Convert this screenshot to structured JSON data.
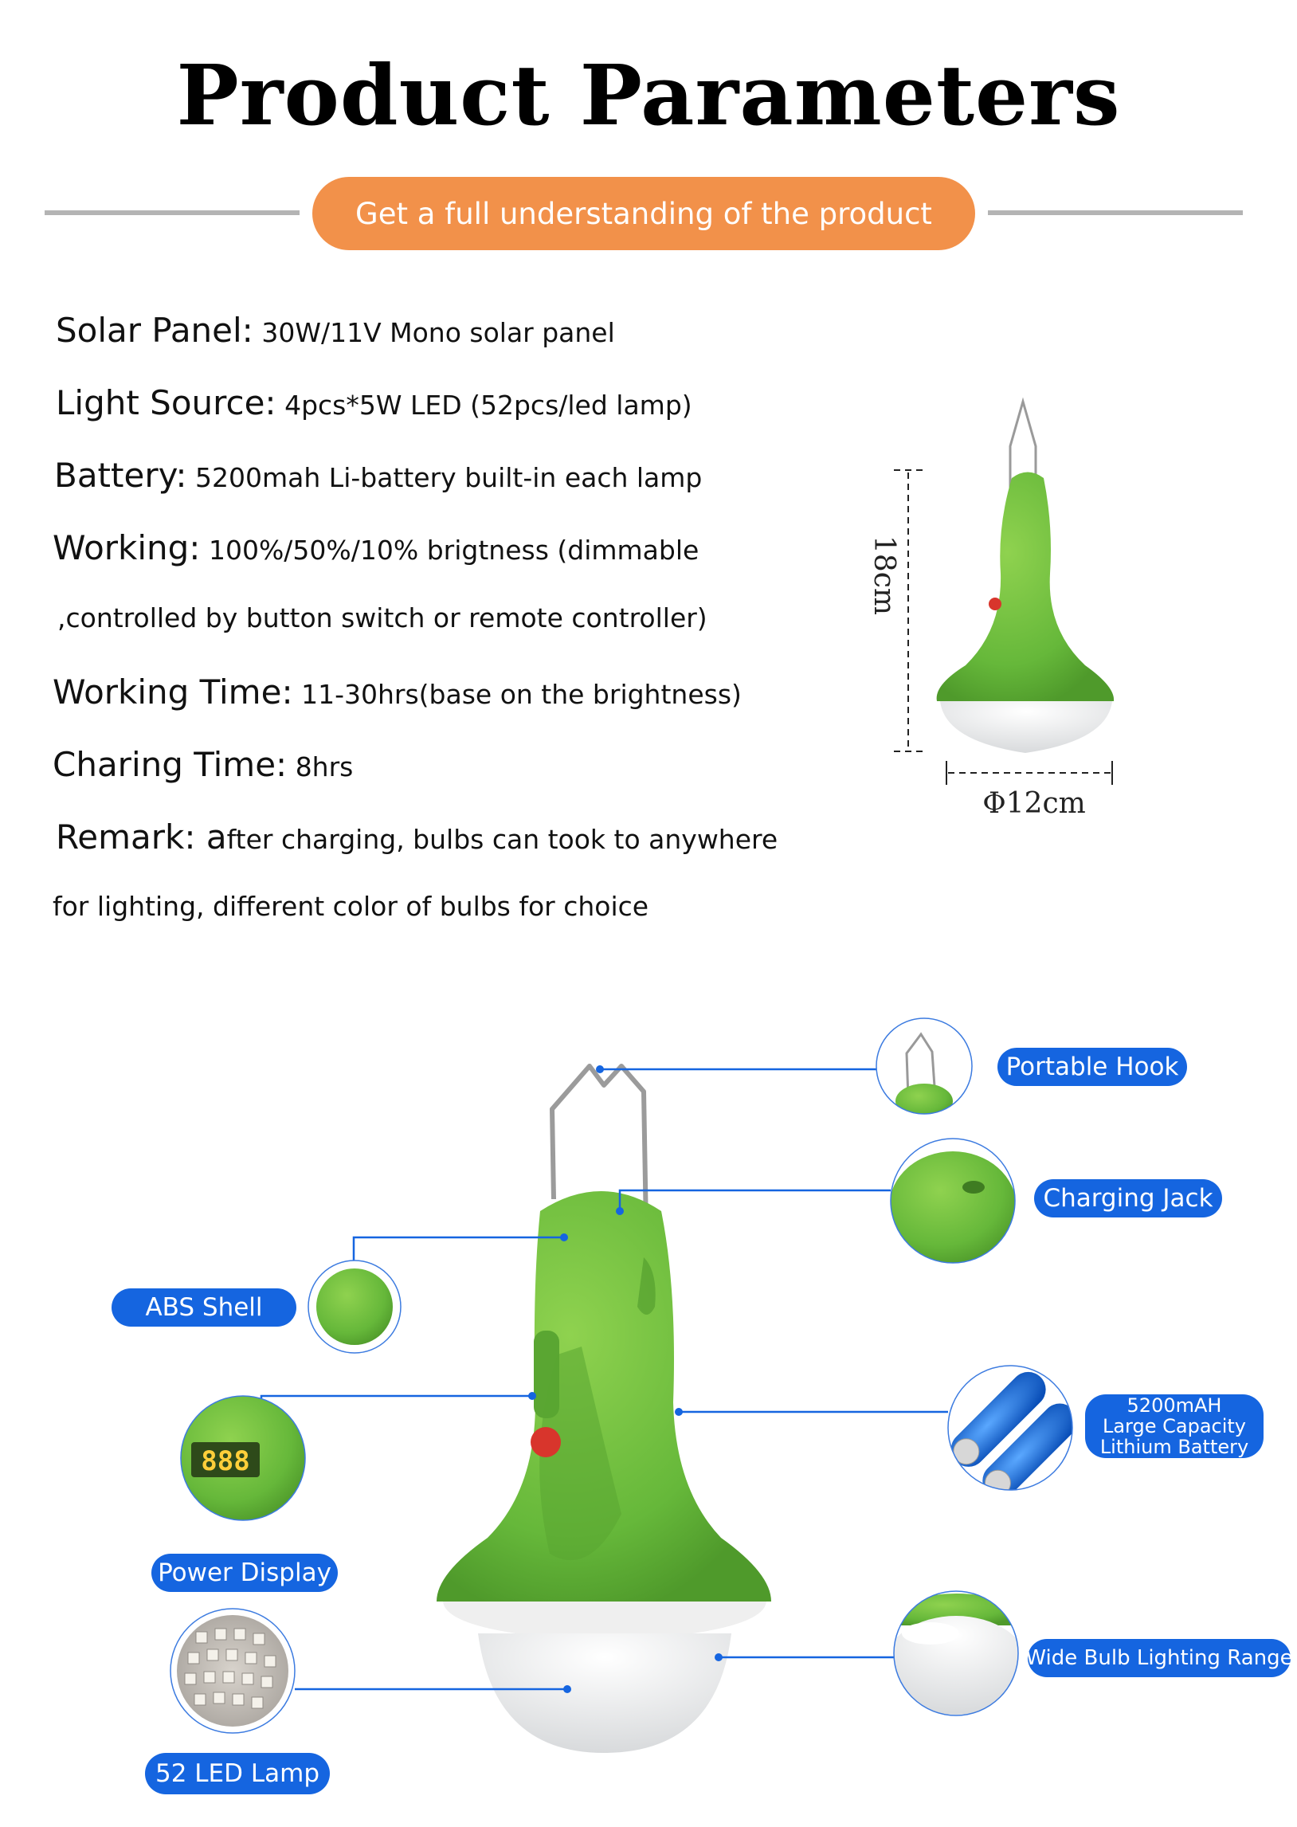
{
  "header": {
    "title": "Product Parameters",
    "subtitle": "Get a full understanding of the product"
  },
  "specs": [
    {
      "key": "Solar Panel:",
      "value": "30W/11V Mono solar panel"
    },
    {
      "key": "Light Source:",
      "value": "4pcs*5W LED (52pcs/led lamp)"
    },
    {
      "key": "Battery:",
      "value": "5200mah Li-battery built-in each lamp"
    },
    {
      "key": "Working:",
      "value": "100%/50%/10% brigtness  (dimmable",
      "cont": ",controlled by button switch or remote controller)"
    },
    {
      "key": "Working Time:",
      "value": "11-30hrs(base on the brightness)"
    },
    {
      "key": "Charing Time:",
      "value": "8hrs"
    },
    {
      "key": "Remark: a",
      "value": "fter charging, bulbs can took to anywhere",
      "cont": "for lighting, different color of bulbs for choice"
    }
  ],
  "dimensions": {
    "height": "18cm",
    "diameter": "Φ12cm"
  },
  "features": {
    "portable_hook": "Portable Hook",
    "charging_jack": "Charging Jack",
    "abs_shell": "ABS Shell",
    "battery": [
      "5200mAH",
      "Large Capacity",
      "Lithium Battery"
    ],
    "power_display": "Power Display",
    "display_digits": "888",
    "lighting_range": "Wide Bulb Lighting Range",
    "led_lamp": "52 LED Lamp"
  },
  "colors": {
    "accent_orange": "#f2914a",
    "tag_blue": "#1565e0",
    "lamp_green": "#6fbf3e",
    "rule_gray": "#b4b4b4"
  }
}
